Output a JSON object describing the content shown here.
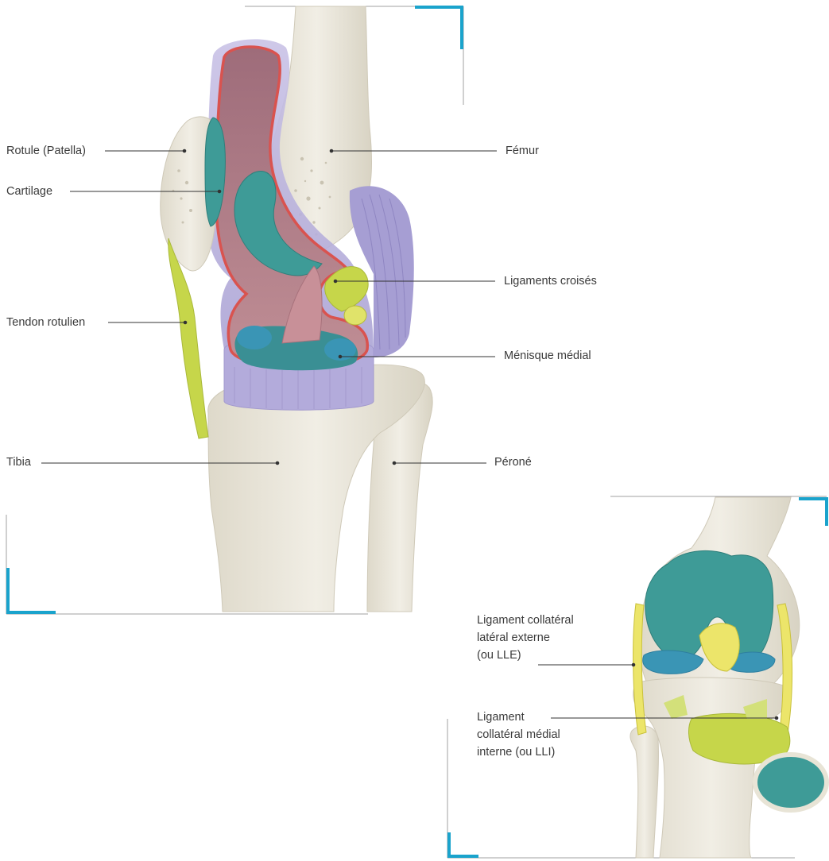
{
  "main_figure": {
    "labels": {
      "patella": "Rotule (Patella)",
      "cartilage": "Cartilage",
      "patellar_tendon": "Tendon rotulien",
      "tibia": "Tibia",
      "femur": "Fémur",
      "cruciate_ligaments": "Ligaments croisés",
      "medial_meniscus": "Ménisque médial",
      "fibula": "Péroné"
    }
  },
  "inset_figure": {
    "labels": {
      "lateral_collateral": [
        "Ligament collatéral",
        "latéral externe",
        "(ou LLE)"
      ],
      "medial_collateral": [
        "Ligament",
        "collatéral médial",
        "interne (ou LLI)"
      ]
    }
  },
  "colors": {
    "accent_corner": "#1aa3cc",
    "frame_line": "#9a9a9a",
    "bone": "#ece8dc",
    "bone_shadow": "#cfcabb",
    "synovial_membrane": "#b8b0dc",
    "capsule_red": "#d9534f",
    "cavity": "#b27a86",
    "cartilage_teal": "#3d9a96",
    "meniscus_blue": "#3a95b5",
    "ligament_green": "#c6d64a",
    "ligament_yellow": "#ece56a",
    "leader_line": "#333333"
  }
}
